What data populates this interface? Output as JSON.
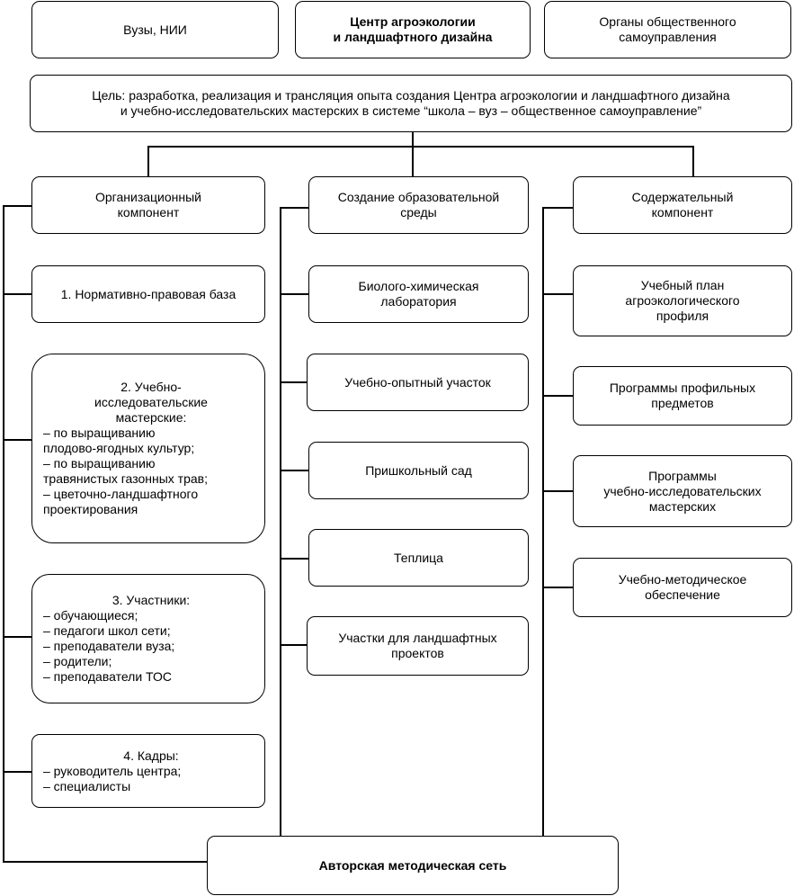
{
  "top": {
    "left": [
      "Вузы, НИИ"
    ],
    "center": [
      "Центр агроэкологии",
      "и ландшафтного дизайна"
    ],
    "right": [
      "Органы общественного",
      "самоуправления"
    ]
  },
  "goal": [
    "Цель: разработка, реализация и трансляция опыта создания Центра агроэкологии и ландшафтного дизайна",
    "и учебно-исследовательских мастерских в системе “школа – вуз – общественное самоуправление”"
  ],
  "columns": {
    "org": {
      "header": [
        "Организационный",
        "компонент"
      ],
      "items": [
        [
          "1. Нормативно-правовая база"
        ],
        [
          "2. Учебно-",
          "исследовательские",
          "мастерские:",
          "– по выращиванию",
          "плодово-ягодных культур;",
          "– по выращиванию",
          "травянистых газонных трав;",
          "– цветочно-ландшафтного",
          "проектирования"
        ],
        [
          "3. Участники:",
          "– обучающиеся;",
          "– педагоги школ сети;",
          "– преподаватели вуза;",
          "– родители;",
          "– преподаватели ТОС"
        ],
        [
          "4. Кадры:",
          "– руководитель центра;",
          "– специалисты"
        ]
      ]
    },
    "env": {
      "header": [
        "Создание образовательной",
        "среды"
      ],
      "items": [
        [
          "Биолого-химическая",
          "лаборатория"
        ],
        [
          "Учебно-опытный участок"
        ],
        [
          "Пришкольный сад"
        ],
        [
          "Теплица"
        ],
        [
          "Участки для ландшафтных",
          "проектов"
        ]
      ]
    },
    "content": {
      "header": [
        "Содержательный",
        "компонент"
      ],
      "items": [
        [
          "Учебный план",
          "агроэкологического",
          "профиля"
        ],
        [
          "Программы профильных",
          "предметов"
        ],
        [
          "Программы",
          "учебно-исследовательских",
          "мастерских"
        ],
        [
          "Учебно-методическое",
          "обеспечение"
        ]
      ]
    }
  },
  "bottom": [
    "Авторская методическая сеть"
  ]
}
